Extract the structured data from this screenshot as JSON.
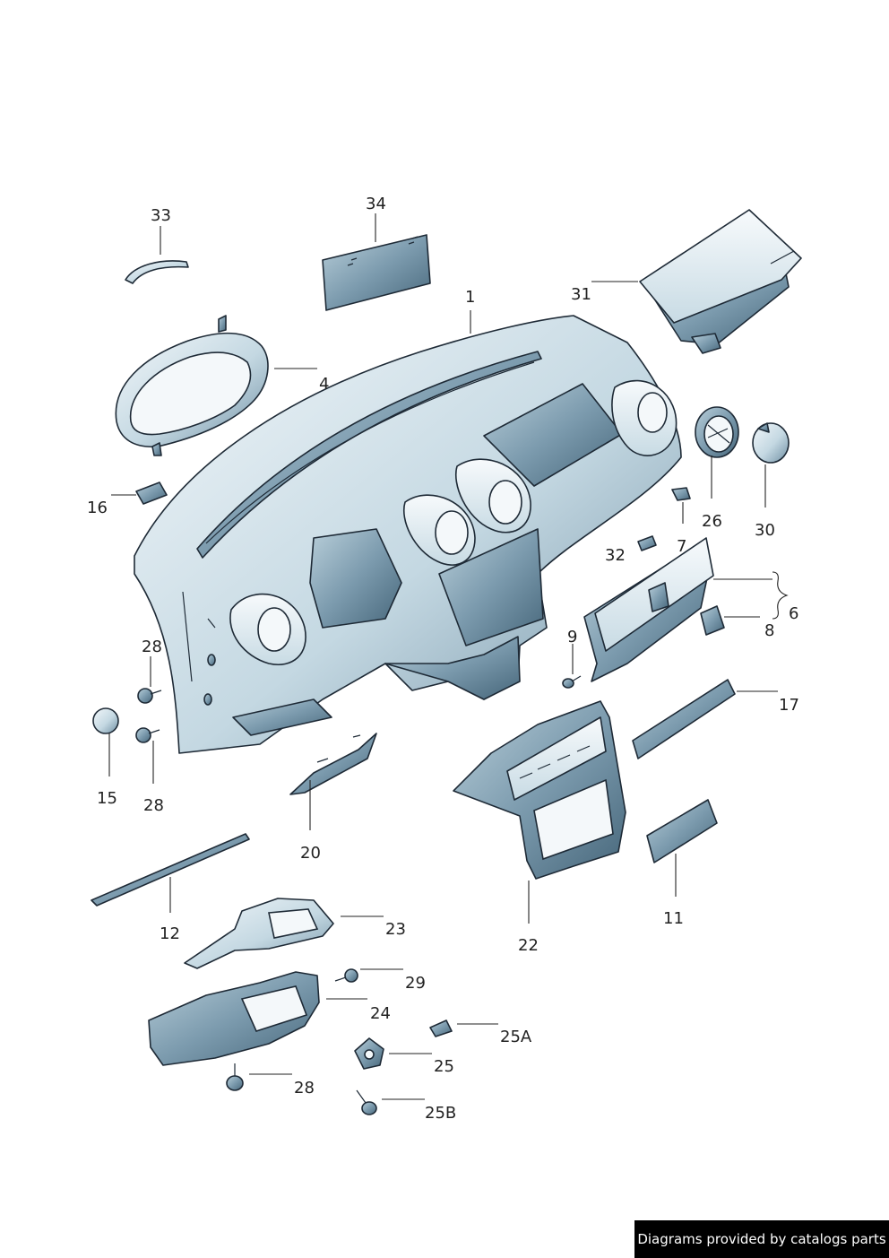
{
  "callouts": {
    "c1": "1",
    "c4": "4",
    "c6": "6",
    "c7": "7",
    "c8": "8",
    "c9": "9",
    "c11": "11",
    "c12": "12",
    "c15": "15",
    "c16": "16",
    "c17": "17",
    "c20": "20",
    "c22": "22",
    "c23": "23",
    "c24": "24",
    "c25": "25",
    "c25a": "25A",
    "c25b": "25B",
    "c26": "26",
    "c28a": "28",
    "c28b": "28",
    "c28c": "28",
    "c29": "29",
    "c30": "30",
    "c31": "31",
    "c32": "32",
    "c33": "33",
    "c34": "34"
  },
  "watermark": "Diagrams provided by catalogs parts",
  "colors": {
    "part_light": "#eef4f7",
    "part_mid": "#c4d8e2",
    "part_dark": "#6f8fa3",
    "outline": "#1e2a36"
  }
}
